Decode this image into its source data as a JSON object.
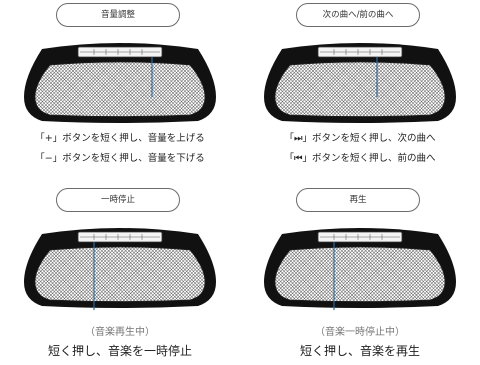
{
  "panels": {
    "volume": {
      "label": "音量調整",
      "caption_line1": "「+」ボタンを短く押し、音量を上げる",
      "caption_line2": "「−」ボタンを短く押し、音量を下げる"
    },
    "track": {
      "label": "次の曲へ/前の曲へ",
      "caption_line1": "「⏭」ボタンを短く押し、次の曲へ",
      "caption_line2": "「⏮」ボタンを短く押し、前の曲へ"
    },
    "pause": {
      "label": "一時停止",
      "status": "（音楽再生中）",
      "caption": "短く押し、音楽を一時停止"
    },
    "play": {
      "label": "再生",
      "status": "（音楽一時停止中）",
      "caption": "短く押し、音楽を再生"
    }
  },
  "colors": {
    "pointer_line": "#2b6aa0",
    "speaker_body": "#111111",
    "grille": "#ffffff"
  }
}
